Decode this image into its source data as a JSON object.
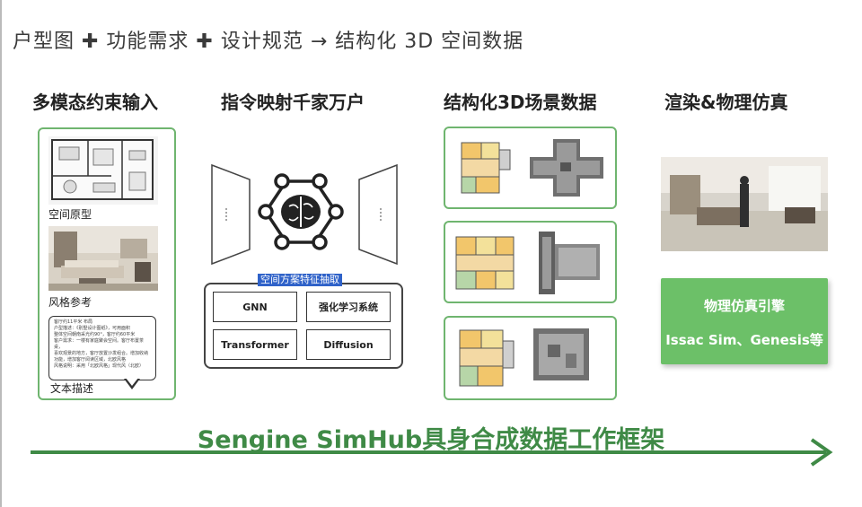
{
  "header": {
    "title": "户型图 ✚ 功能需求 ✚ 设计规范 → 结构化 3D 空间数据"
  },
  "columns": {
    "input": "多模态约束输入",
    "mapping": "指令映射千家万户",
    "structured": "结构化3D场景数据",
    "render": "渲染&物理仿真"
  },
  "input_box": {
    "space_label": "空间原型",
    "style_label": "风格参考",
    "text_label": "文本描述",
    "text_lines": [
      "客厅约11平米 布局",
      "户型描述：《别墅设计图纸》，可用面积",
      "整体空间朝南采光约90°，客厅约60平米",
      "客户需求：一楼有家庭聚会空间。客厅布置茶桌，",
      "喜欢观景的地方，客厅放置沙发组合。增加收纳",
      "功能，增加客厅阅读区域，北欧风格",
      "风格说明：采用「北欧风格」现代风（北欧）"
    ]
  },
  "model": {
    "label": "空间方案特征抽取",
    "items": [
      "GNN",
      "强化学习系统",
      "Transformer",
      "Diffusion"
    ]
  },
  "engine": {
    "line1": "物理仿真引擎",
    "line2": "Issac Sim、Genesis等"
  },
  "footer": {
    "title": "Sengine SimHub具身合成数据工作框架"
  },
  "colors": {
    "accent_green": "#3f8a46",
    "box_border": "#6fb56f",
    "engine_fill": "#6cc068",
    "label_blue": "#2f62c9"
  }
}
